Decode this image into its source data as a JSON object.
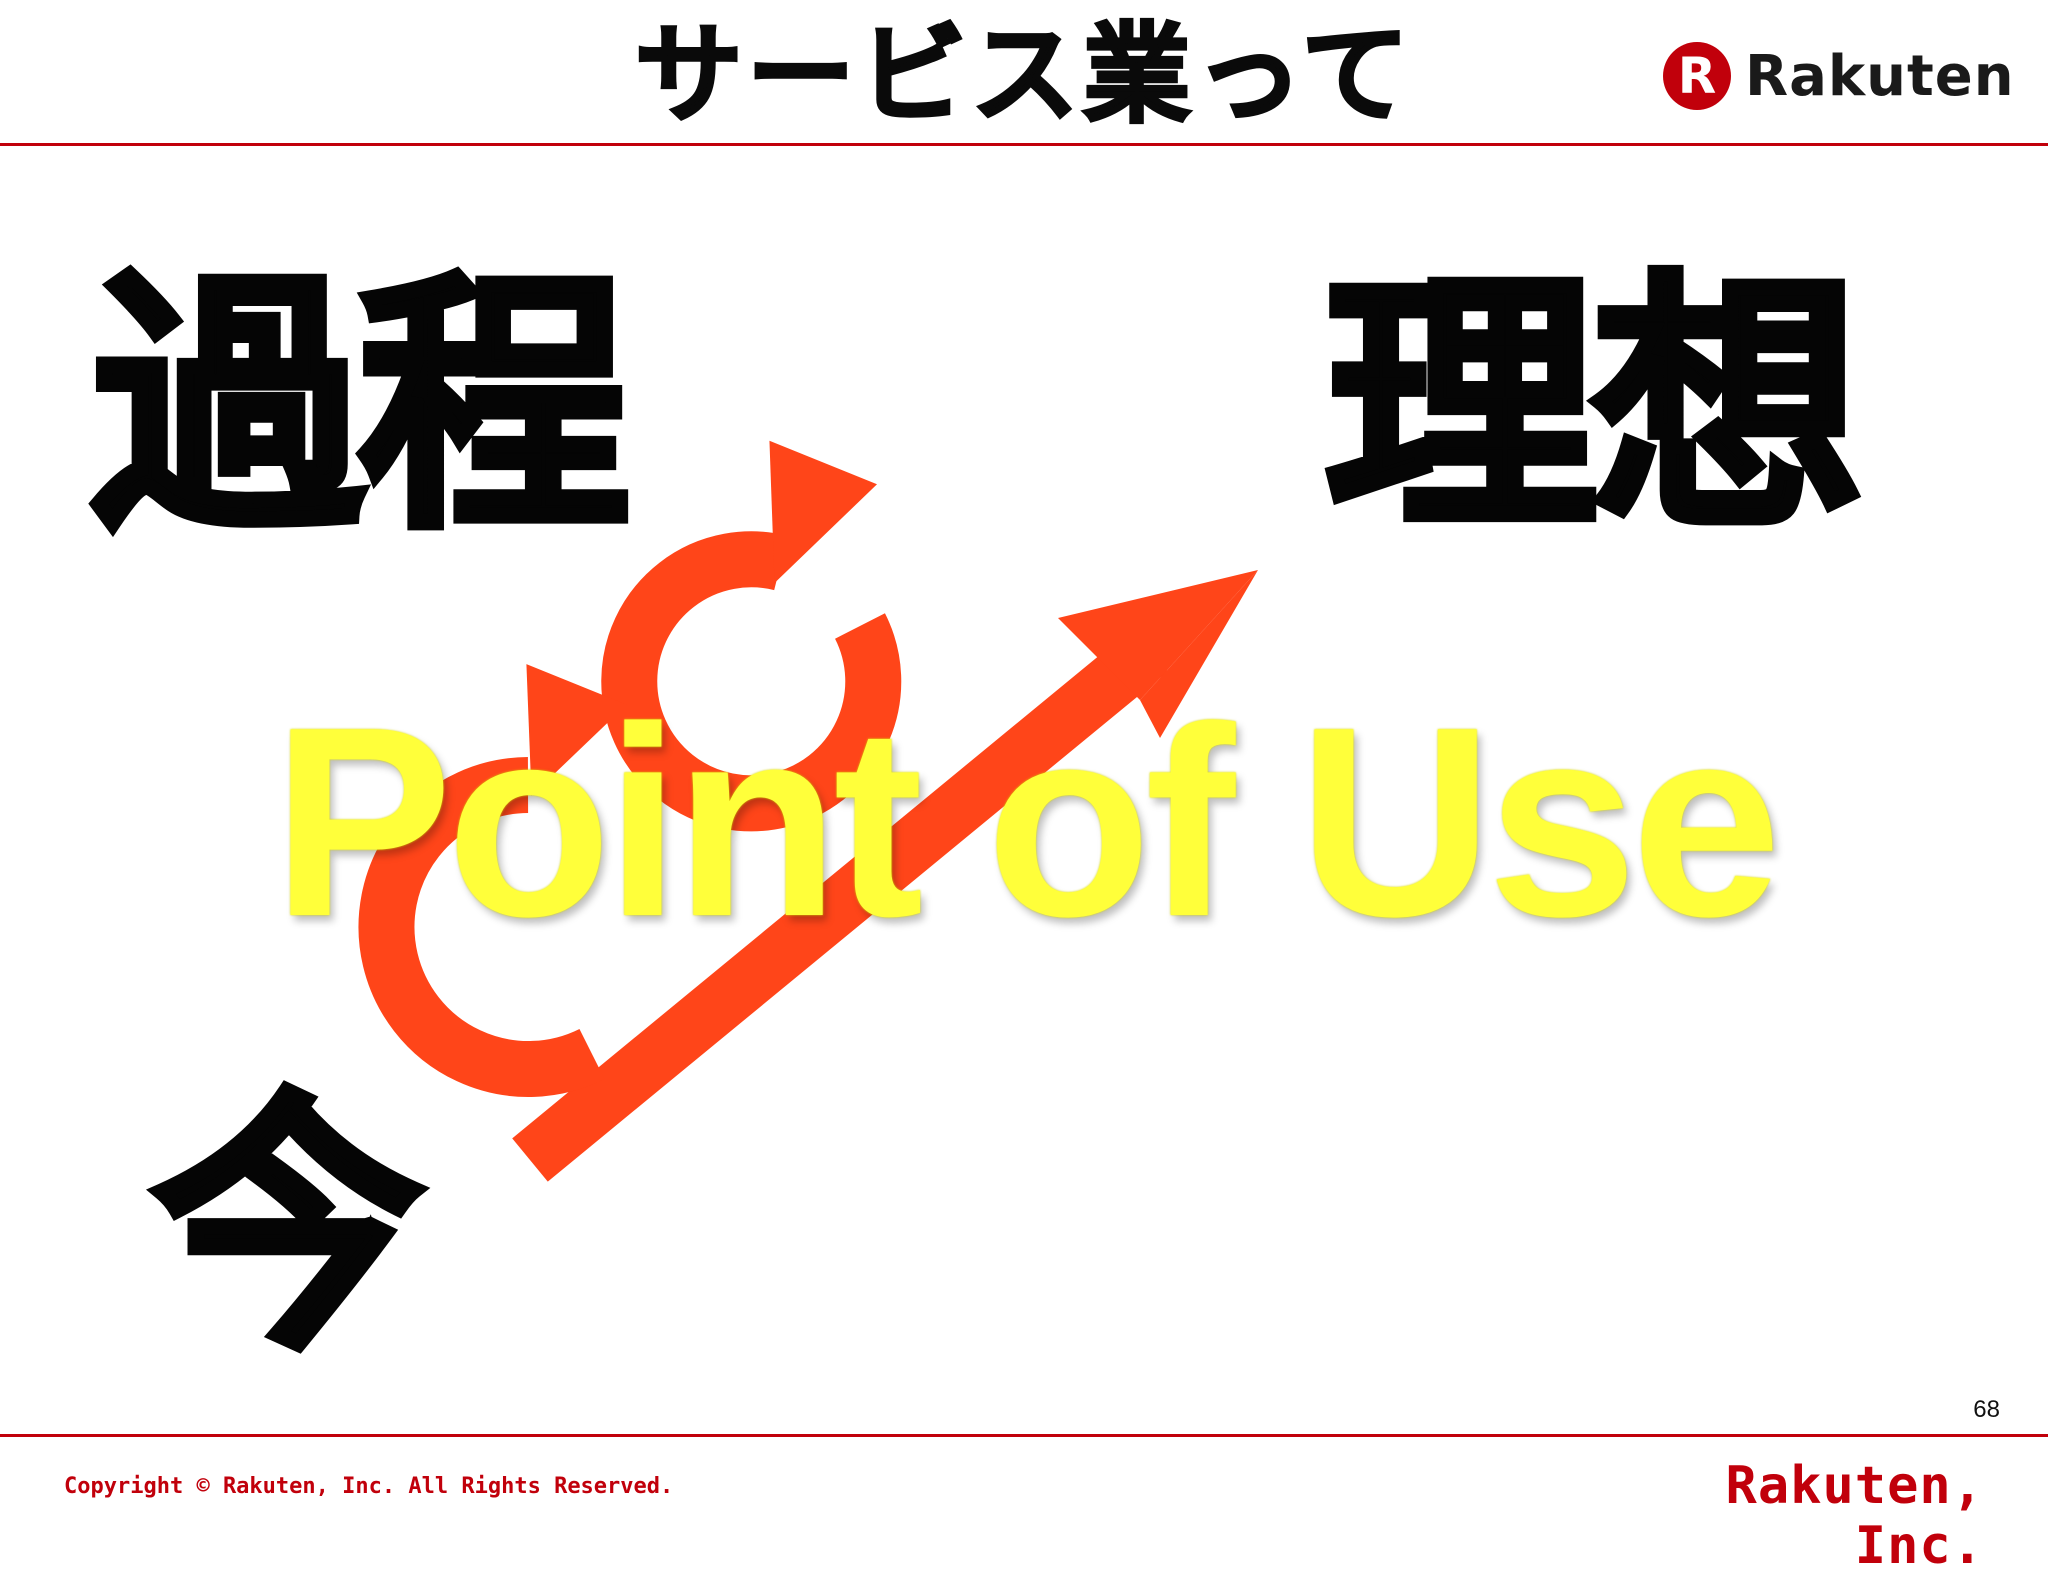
{
  "header": {
    "title": "サービス業って",
    "brand_mark": "R",
    "brand_name": "Rakuten"
  },
  "labels": {
    "process": "過程",
    "ideal": "理想",
    "now": "今"
  },
  "headline": "Point of Use",
  "diagram": {
    "accent_color": "#ff4519",
    "icons": [
      "arrow-icon",
      "cycle-icon",
      "cycle-icon"
    ]
  },
  "footer": {
    "page_number": "68",
    "copyright": "Copyright © Rakuten, Inc. All Rights Reserved.",
    "company": "Rakuten, Inc."
  },
  "colors": {
    "brand_red": "#c1000b",
    "headline_yellow": "#ffff3a",
    "text_black": "#050505"
  }
}
